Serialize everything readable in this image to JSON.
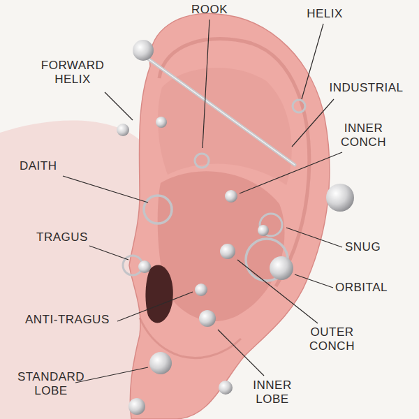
{
  "diagram": {
    "labels": [
      "ROOK",
      "HELIX",
      "FORWARD HELIX",
      "INDUSTRIAL",
      "INNER CONCH",
      "DAITH",
      "TRAGUS",
      "SNUG",
      "ORBITAL",
      "ANTI-TRAGUS",
      "OUTER CONCH",
      "STANDARD LOBE",
      "INNER LOBE"
    ]
  }
}
